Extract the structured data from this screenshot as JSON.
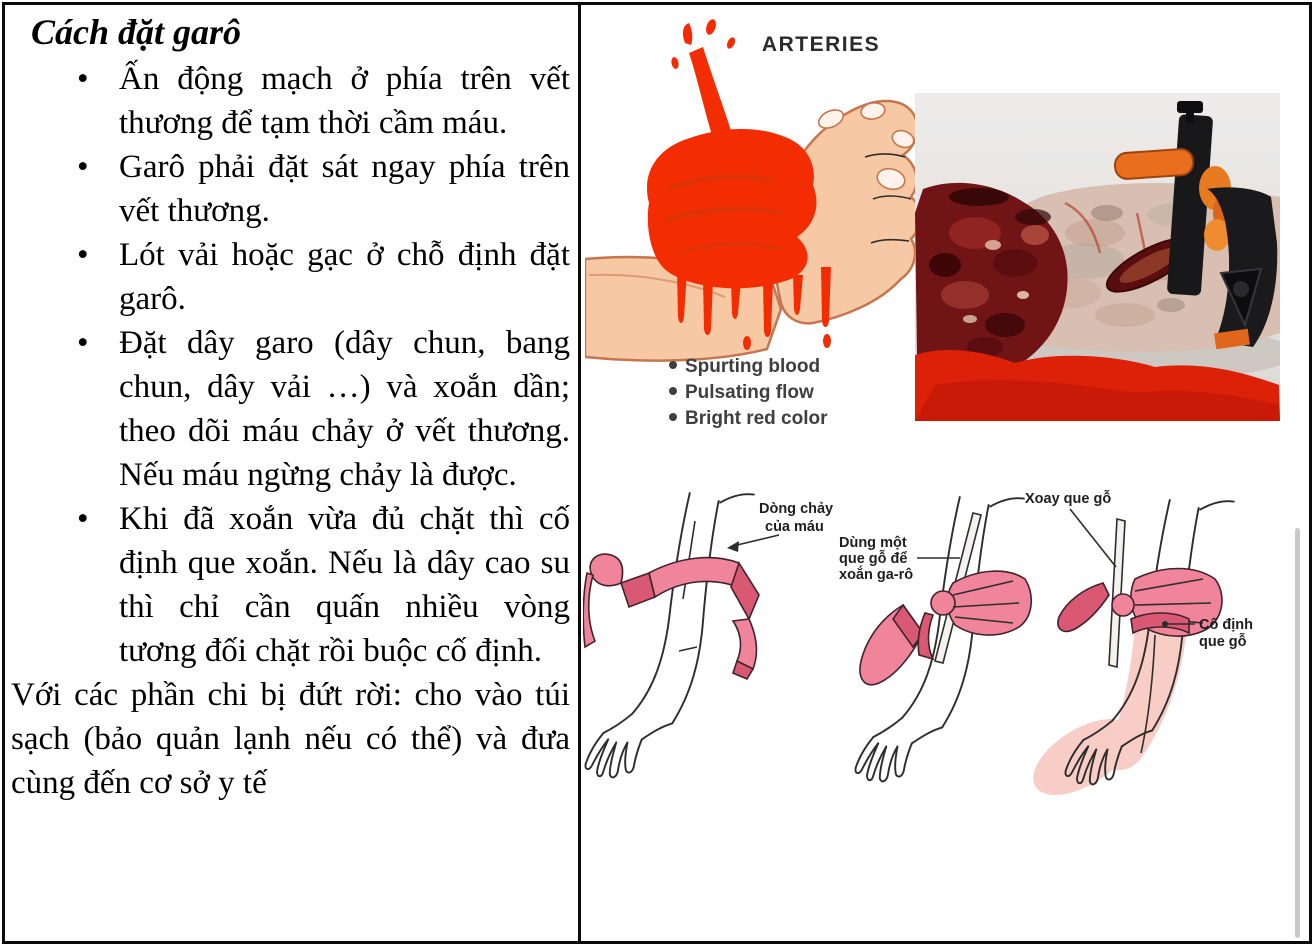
{
  "left_panel": {
    "title": "Cách đặt garô",
    "bullets": [
      "Ấn động mạch ở phía trên vết thương để tạm thời cầm máu.",
      "Garô phải đặt sát ngay phía trên vết thương.",
      "Lót vải hoặc gạc ở chỗ định đặt garô.",
      "Đặt dây garo (dây chun, bang chun, dây vải …) và xoắn dần; theo dõi máu chảy ở vết thương. Nếu máu ngừng chảy là được.",
      "Khi đã xoắn vừa đủ chặt thì cố định que xoắn. Nếu là dây cao su thì chỉ cần quấn nhiều vòng tương đối chặt rồi buộc cố định."
    ],
    "footer": "Với các phần chi bị đứt rời: cho vào túi sạch (bảo quản lạnh nếu có thể) và đưa cùng đến cơ sở y tế"
  },
  "arteries_figure": {
    "title": "ARTERIES",
    "signs": [
      "Spurting blood",
      "Pulsating flow",
      "Bright red color"
    ]
  },
  "steps_figure": {
    "label_flow_line1": "Dòng chảy",
    "label_flow_line2": "của máu",
    "label_stick_line1": "Dùng một",
    "label_stick_line2": "que gỗ để",
    "label_stick_line3": "xoắn ga-rô",
    "label_rotate": "Xoay que gỗ",
    "label_fix_line1": "Cố định",
    "label_fix_line2": "que gỗ"
  },
  "colors": {
    "blood": "#f32c02",
    "blood_fold": "#d93408",
    "flesh": "#f6c9a4",
    "skin_line": "#c5764e",
    "ink": "#2d2d2d",
    "ribbon": "#f0849a",
    "ribbon_dark": "#d95874",
    "ribbon_line": "#41232b",
    "steps_pink": "#f8cdc6",
    "photo_bg": "#e9e7e5",
    "photo_flesh": "#d8bfb1",
    "wound": "#701416",
    "wound_dark": "#45090b",
    "pool": "#dd2008",
    "strap": "#1a1a1d",
    "windlass": "#e96f1e"
  }
}
